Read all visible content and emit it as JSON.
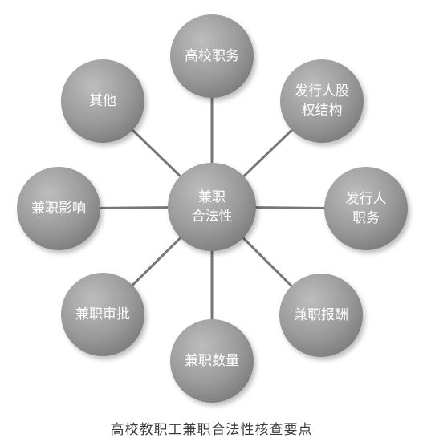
{
  "center": {
    "lines": [
      "兼职",
      "合法性"
    ]
  },
  "nodes": [
    {
      "id": "gaoxiao-zhiwu",
      "lines": [
        "高校职务"
      ]
    },
    {
      "id": "faxingren-guquan",
      "lines": [
        "发行人股",
        "权结构"
      ]
    },
    {
      "id": "faxingren-zhiwu",
      "lines": [
        "发行人",
        "职务"
      ]
    },
    {
      "id": "jianzhi-baochou",
      "lines": [
        "兼职报酬"
      ]
    },
    {
      "id": "jianzhi-shuliang",
      "lines": [
        "兼职数量"
      ]
    },
    {
      "id": "jianzhi-shenpi",
      "lines": [
        "兼职审批"
      ]
    },
    {
      "id": "jianzhi-yingxiang",
      "lines": [
        "兼职影响"
      ]
    },
    {
      "id": "qita",
      "lines": [
        "其他"
      ]
    }
  ],
  "caption": "高校教职工兼职合法性核查要点",
  "colors": {
    "circle_light": "#b5b5b5",
    "circle_dark": "#777777",
    "line": "#777777",
    "text": "#ffffff"
  }
}
